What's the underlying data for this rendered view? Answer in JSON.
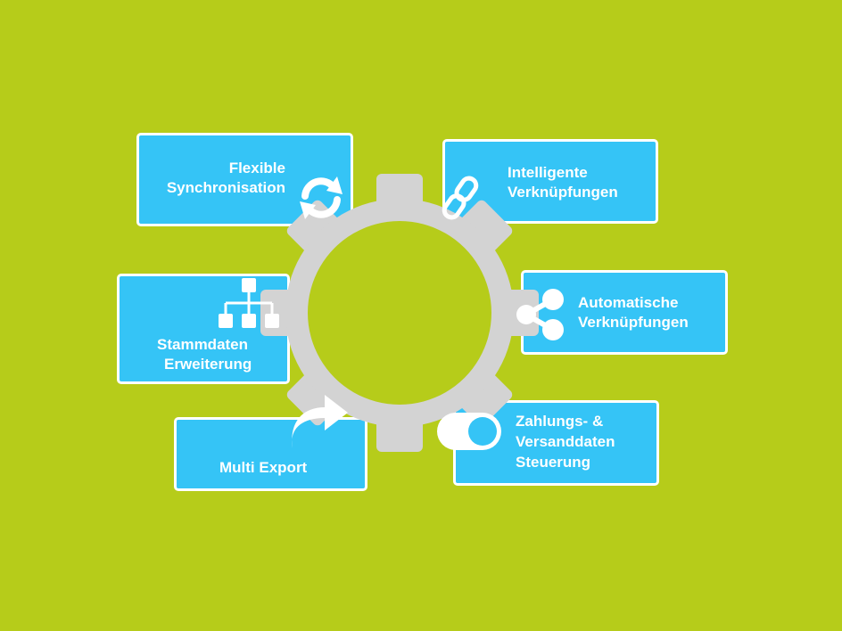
{
  "colors": {
    "background": "#b6cc1a",
    "box_fill": "#35c4f6",
    "box_border": "#ffffff",
    "gear": "#d3d3d3",
    "icon": "#ffffff"
  },
  "features": {
    "sync": {
      "line1": "Flexible",
      "line2": "Synchronisation",
      "icon": "sync-arrows-icon"
    },
    "intelligent": {
      "line1": "Intelligente",
      "line2": "Verknüpfungen",
      "icon": "chain-link-icon"
    },
    "automatic": {
      "line1": "Automatische",
      "line2": "Verknüpfungen",
      "icon": "share-nodes-icon"
    },
    "payment": {
      "line1": "Zahlungs- &",
      "line2": "Versanddaten",
      "line3": "Steuerung",
      "icon": "toggle-switch-icon"
    },
    "export": {
      "line1": "Multi Export",
      "icon": "forward-arrow-icon"
    },
    "master": {
      "line1": "Stammdaten",
      "line2": "Erweiterung",
      "icon": "hierarchy-icon"
    }
  }
}
